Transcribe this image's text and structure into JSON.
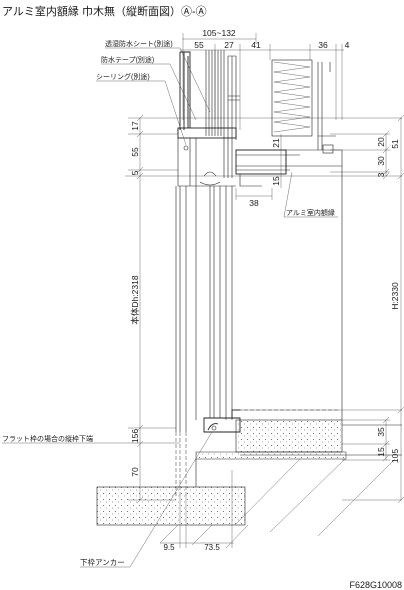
{
  "title": "アルミ室内額縁 巾木無（縦断面図）Ⓐ-Ⓐ",
  "drawing_number": "F628G10008",
  "labels": {
    "moisture_sheet": "透湿防水シート(別途)",
    "waterproof_tape": "防水テープ(別途)",
    "sealing": "シーリング(別途)",
    "aluminum_casing": "アルミ室内額縁",
    "flat_frame_note": "フラット枠の場合の縦枠下端",
    "sill_anchor": "下枠アンカー"
  },
  "dimensions": {
    "top_overall": "105~132",
    "top": [
      "55",
      "27",
      "41",
      "36",
      "4"
    ],
    "left": [
      "17",
      "55",
      "5",
      "156",
      "70"
    ],
    "body_height": "本体Dh:2318",
    "height": "H:2330",
    "right_outer": [
      "51",
      "105"
    ],
    "right_inner": [
      "20",
      "30",
      "3",
      "35",
      "15"
    ],
    "inner": [
      "21",
      "15",
      "38"
    ],
    "bottom": [
      "9.5",
      "73.5"
    ]
  }
}
